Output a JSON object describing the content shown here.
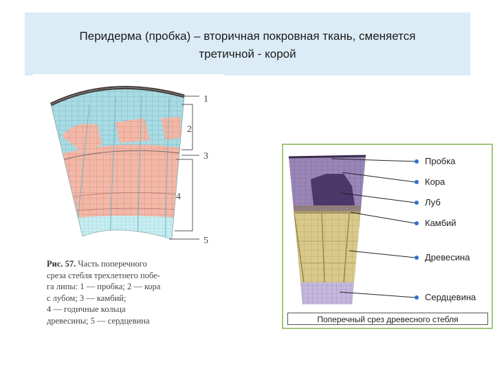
{
  "title": {
    "line1": "Перидерма (пробка) – вторичная покровная ткань, сменяется",
    "line2": "третичной - корой"
  },
  "left_figure": {
    "numbers": [
      "1",
      "2",
      "3",
      "4",
      "5"
    ],
    "caption": {
      "label": "Рис. 57.",
      "lines": [
        "Часть поперечного",
        "среза стебля трехлетнего побе-",
        "га липы: 1 — пробка; 2 — кора",
        "с лубом; 3 — камбий;",
        "4 — годичные кольца",
        "древесины; 5 — сердцевина"
      ]
    }
  },
  "right_figure": {
    "labels": [
      "Пробка",
      "Кора",
      "Луб",
      "Камбий",
      "Древесина",
      "Сердцевина"
    ],
    "caption": "Поперечный срез древесного стебля"
  },
  "colors": {
    "title_bg": "#dcecf6",
    "frame": "#9fc87a",
    "cork_left": "#5a4a44",
    "cortex_left": "#a9dbe3",
    "wood_left": "#f2b8a8",
    "pith_left": "#c8eef2",
    "cork_right": "#6f5a8e",
    "wood_right": "#d9c98a",
    "pith_right": "#b9a9d6",
    "marker": "#2f6fd0"
  }
}
